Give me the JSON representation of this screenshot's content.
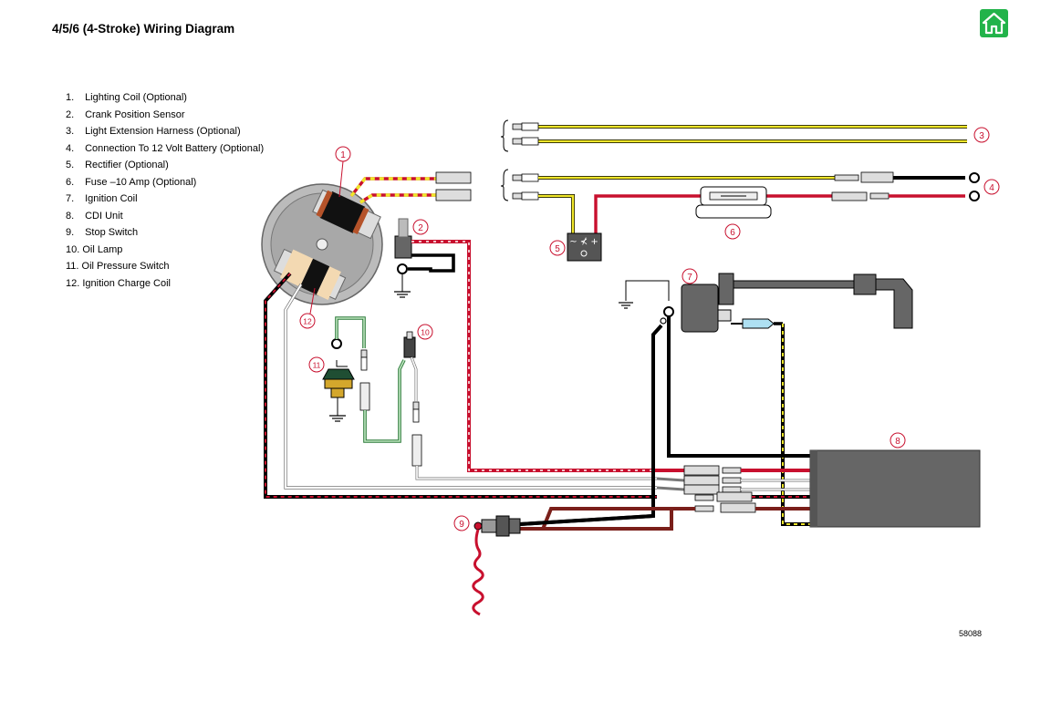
{
  "title": "4/5/6 (4-Stroke) Wiring Diagram",
  "home_icon": "home-icon",
  "legend": [
    {
      "num": "1.",
      "label": "Lighting Coil (Optional)"
    },
    {
      "num": "2.",
      "label": "Crank Position Sensor"
    },
    {
      "num": "3.",
      "label": "Light Extension Harness (Optional)"
    },
    {
      "num": "4.",
      "label": "Connection To 12 Volt Battery (Optional)"
    },
    {
      "num": "5.",
      "label": "Rectifier (Optional)"
    },
    {
      "num": "6.",
      "label": "Fuse –10 Amp (Optional)"
    },
    {
      "num": "7.",
      "label": "Ignition Coil"
    },
    {
      "num": "8.",
      "label": "CDI Unit"
    },
    {
      "num": "9.",
      "label": "Stop Switch"
    },
    {
      "num": "10.",
      "label": "Oil Lamp"
    },
    {
      "num": "11.",
      "label": "Oil Pressure Switch"
    },
    {
      "num": "12.",
      "label": "Ignition Charge Coil"
    }
  ],
  "callouts": [
    "1",
    "2",
    "3",
    "4",
    "5",
    "6",
    "7",
    "8",
    "9",
    "10",
    "11",
    "12"
  ],
  "rectifier_symbols": "~ ⊀ +",
  "figure_number": "58088",
  "colors": {
    "yellow": "#f0e62a",
    "red": "#c8102e",
    "black": "#000000",
    "green": "#3cb54a",
    "brown": "#7a1f1a",
    "home": "#22b34a"
  }
}
